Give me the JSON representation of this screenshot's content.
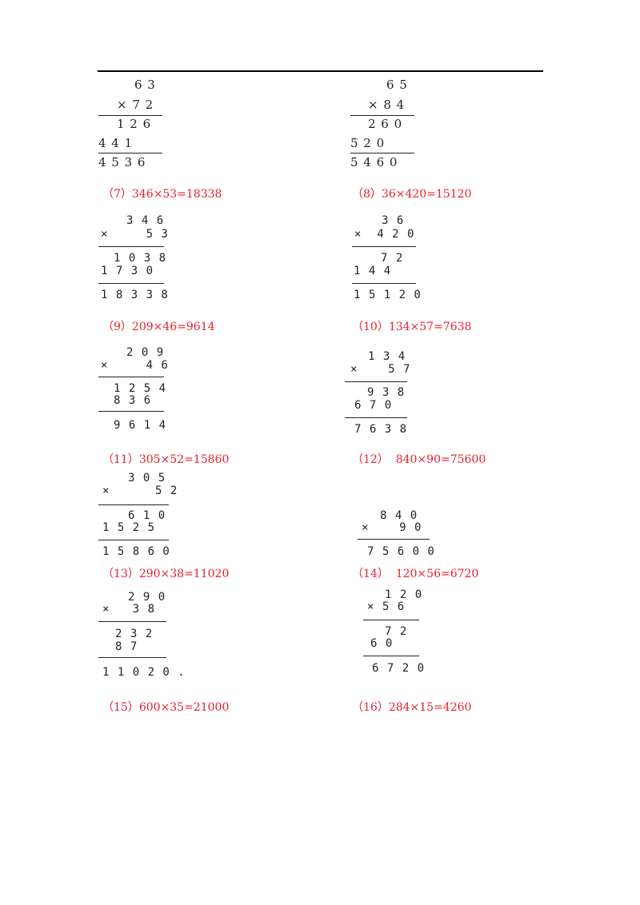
{
  "labels": [
    "（7）346×53=18338",
    "（8）36×420=15120",
    "（9）209×46=9614",
    "（10）134×57=7638",
    "（11）305×52=15860",
    "（12）  840×90=75600",
    "（13）290×38=11020",
    "（14）  120×56=6720",
    "（15）600×35=21000",
    "（16）284×15=4260"
  ],
  "calcs": {
    "c5": [
      "6 3",
      "× 7 2",
      "1 2 6",
      "4 4 1",
      "4 5 3 6"
    ],
    "c6": [
      "6 5",
      "× 8 4",
      "2 6 0",
      "5 2 0",
      "5 4 6 0"
    ],
    "c7": [
      "3 4 6",
      "×     5 3",
      "1 0 3 8",
      "1 7 3 0",
      "1 8 3 3 8"
    ],
    "c8": [
      "3 6",
      "×  4 2 0",
      "7 2",
      "1 4 4",
      "1 5 1 2 0"
    ],
    "c9": [
      "2 0 9",
      "×     4 6",
      "1 2 5 4",
      "8 3 6",
      "9 6 1 4"
    ],
    "c10": [
      "1 3 4",
      "×    5 7",
      "9 3 8",
      "6 7 0",
      "7 6 3 8"
    ],
    "c11": [
      "3 0 5",
      "×      5 2",
      "6 1 0",
      "1 5 2 5",
      "1 5 8 6 0"
    ],
    "c12": [
      "8 4 0",
      "×    9 0",
      "7 5 6 0 0"
    ],
    "c13": [
      "2 9 0",
      "×   3 8",
      "2 3 2",
      "8 7",
      "1 1 0 2 0 ."
    ],
    "c14": [
      "1 2 0",
      "× 5 6",
      "7 2",
      "6 0",
      "6 7 2 0"
    ]
  }
}
